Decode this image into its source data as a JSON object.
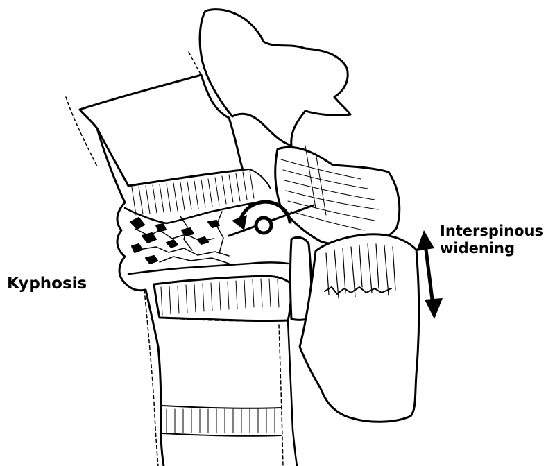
{
  "labels": {
    "kyphosis": "Kyphosis",
    "interspinous_line1": "Interspinous",
    "interspinous_line2": "widening"
  },
  "colors": {
    "ink": "#000000",
    "paper": "#ffffff"
  },
  "icons": {
    "rotation_arrow": "curved-rotation-arrow-icon",
    "widening_arrow": "double-headed-vertical-arrow-icon"
  }
}
